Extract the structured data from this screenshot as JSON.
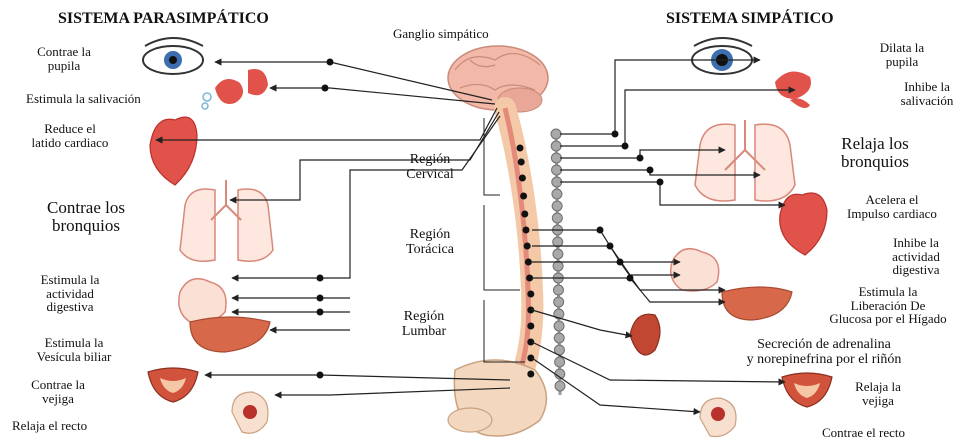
{
  "titles": {
    "left": "SISTEMA PARASIMPÁTICO",
    "right": "SISTEMA SIMPÁTICO",
    "ganglion": "Ganglio simpático"
  },
  "regions": {
    "cervical": "Región\nCervical",
    "thoracic": "Región\nTorácica",
    "lumbar": "Región\nLumbar"
  },
  "parasympathetic": {
    "pupil": "Contrae la\npupila",
    "saliva": "Estimula la salivación",
    "heart": "Reduce el\nlatido cardiaco",
    "bronchi": "Contrae los\nbronquios",
    "digestive": "Estimula la\nactividad\ndigestiva",
    "gallbladder": "Estimula la\nVesícula biliar",
    "bladder": "Contrae la\nvejiga",
    "rectum": "Relaja el recto"
  },
  "sympathetic": {
    "pupil": "Dilata la\npupila",
    "saliva": "Inhibe la\nsalivación",
    "bronchi": "Relaja los\nbronquios",
    "heart": "Acelera el\nImpulso cardiaco",
    "digestive": "Inhibe la\nactividad\ndigestiva",
    "glucose": "Estimula la\nLiberación De\nGlucosa por el Hígado",
    "adrenaline": "Secreción de adrenalina\ny norepinefrina por el riñón",
    "bladder": "Relaja la\nvejiga",
    "rectum": "Contrae el recto"
  },
  "colors": {
    "organ": "#e0524a",
    "organ_dark": "#b8312b",
    "spine": "#f3c9a8",
    "cord": "#e48a7a",
    "ganglion": "#9a9a9a",
    "line": "#222222"
  }
}
